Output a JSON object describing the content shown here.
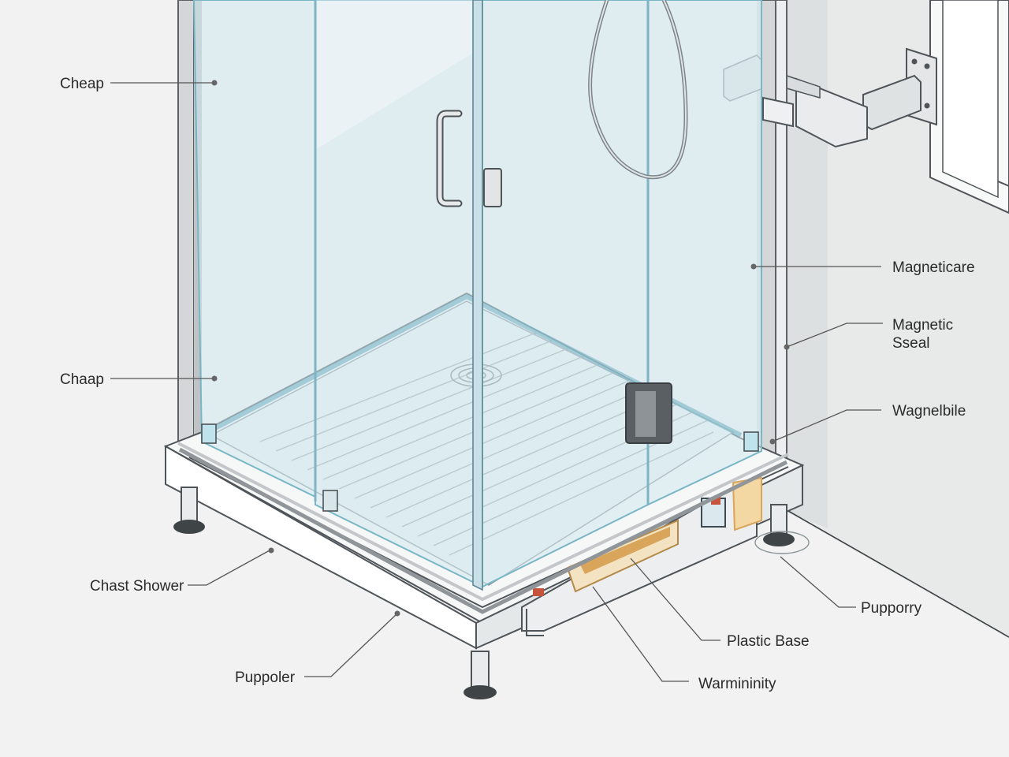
{
  "labels": {
    "cheap_top": "Cheap",
    "cheap_mid": "Chaap",
    "chast_shower": "Chast Shower",
    "puppoler": "Puppoler",
    "magneticare": "Magneticare",
    "magnetic_seal_line1": "Magnetic",
    "magnetic_seal_line2": "Sseal",
    "wagnelbile": "Wagnelbile",
    "pupporry": "Pupporry",
    "plastic_base": "Plastic Base",
    "warminity": "Warmininity"
  },
  "colors": {
    "background": "#f1f2f1",
    "glass": "#cfe8ef",
    "glass_edge": "#79b6c6",
    "frame": "#d4d6d8",
    "outline": "#4e5458",
    "wall_shadow": "#e3e5e5",
    "accent_orange": "#d9a55a",
    "accent_red": "#c6543c"
  }
}
